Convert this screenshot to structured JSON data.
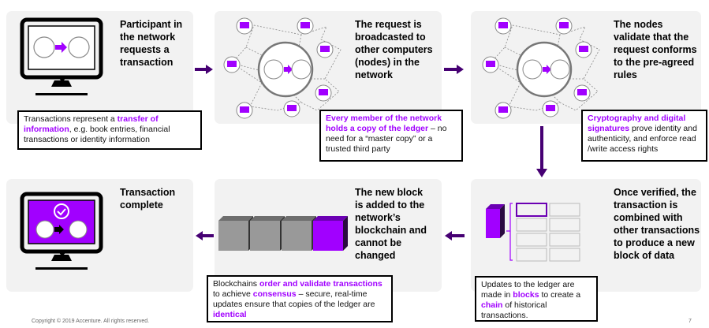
{
  "steps": [
    {
      "title": "Participant in the network requests a transaction",
      "note": {
        "pre": "Transactions represent a ",
        "hl1": "transfer of information",
        "post": ", e.g. book entries, financial transactions or identity information"
      }
    },
    {
      "title": "The request is broadcasted to other computers (nodes) in the network",
      "note": {
        "hl1": "Every member of the network holds a copy of the ledger",
        "post": " – no need for a “master copy” or a trusted third party"
      }
    },
    {
      "title": "The nodes validate that the request conforms to the pre-agreed rules",
      "note": {
        "hl1": "Cryptography and digital signatures",
        "post": " prove identity and authenticity, and enforce read /write access rights"
      }
    },
    {
      "title": "Once verified, the transaction is combined with other transactions to produce a new block of data",
      "note": {
        "pre": "Updates to the ledger are made in ",
        "hl1": "blocks",
        "mid": " to create a ",
        "hl2": "chain",
        "post": " of historical transactions."
      }
    },
    {
      "title": "The new block is added to the network’s blockchain and cannot be changed",
      "note": {
        "pre": "Blockchains ",
        "hl1": "order and validate transactions",
        "mid": " to achieve ",
        "hl2": "consensus",
        "mid2": " – secure, real-time updates ensure that copies of the ledger are ",
        "hl3": "identical"
      }
    },
    {
      "title": "Transaction complete"
    }
  ],
  "footer": {
    "copyright": "Copyright © 2019 Accenture. All rights reserved.",
    "page_number": "7"
  },
  "colors": {
    "accent": "#a100ff",
    "arrow": "#460073",
    "panel": "#f2f2f2",
    "block_gray": "#999999"
  }
}
